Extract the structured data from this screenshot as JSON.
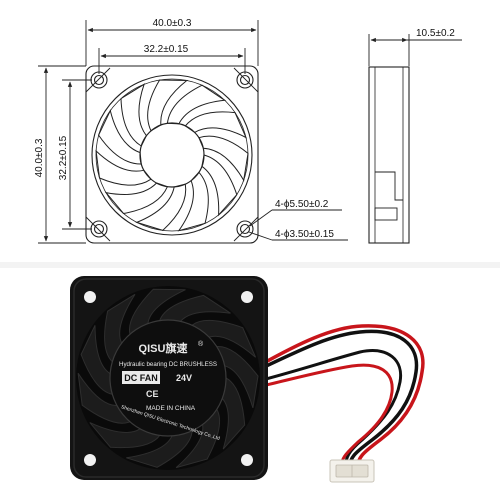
{
  "drawing": {
    "width_overall": "40.0±0.3",
    "hole_spacing_h": "32.2±0.15",
    "height_overall": "40.0±0.3",
    "hole_spacing_v": "32.2±0.15",
    "thickness": "10.5±0.2",
    "outer_hole": "4-ϕ5.50±0.2",
    "inner_hole": "4-ϕ3.50±0.15"
  },
  "label": {
    "brand": "QISU旗速",
    "registered": "®",
    "subtitle": "Hydraulic bearing DC BRUSHLESS",
    "model": "DC FAN",
    "voltage": "24V",
    "ce_mark": "CE",
    "origin": "MADE IN CHINA",
    "manufacturer": "Shenzhen QISU Electronic Technology Co.,Ltd"
  },
  "colors": {
    "line": "#222222",
    "fan_body": "#141414",
    "label_bg": "#0e0e0e",
    "wire_red": "#c8151b",
    "wire_black": "#111111",
    "connector": "#f4f2ec",
    "background": "#ffffff"
  }
}
